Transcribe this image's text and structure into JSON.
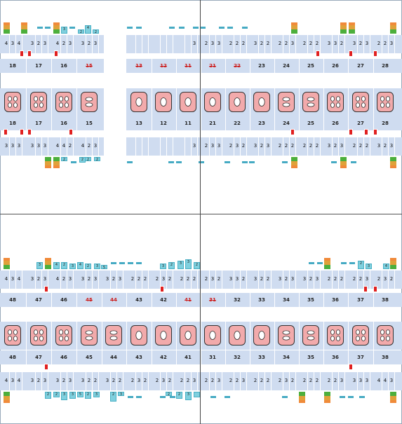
{
  "upper_arch": {
    "numbers_top": [
      "18",
      "17",
      "16",
      "15",
      "13",
      "12",
      "11",
      "21",
      "22",
      "23",
      "24",
      "25",
      "26",
      "27",
      "28"
    ],
    "numbers_bottom": [
      "18",
      "17",
      "16",
      "15",
      "13",
      "12",
      "11",
      "21",
      "22",
      "23",
      "24",
      "25",
      "26",
      "27",
      "28"
    ],
    "missing": [
      "15",
      "13",
      "12",
      "11",
      "21",
      "22"
    ],
    "probe_top": [
      "4",
      "3",
      "4",
      "3",
      "2",
      "3",
      "4",
      "2",
      "3",
      "3",
      "2",
      "3",
      "",
      "",
      "",
      "",
      "",
      "",
      "",
      "",
      "3",
      "2",
      "3",
      "3",
      "2",
      "2",
      "2",
      "3",
      "2",
      "2",
      "2",
      "2",
      "3",
      "2",
      "2",
      "2",
      "3",
      "3",
      "2",
      "3",
      "2",
      "3",
      "2",
      "2",
      "3",
      "2",
      "5",
      "3",
      "2",
      "3",
      "2",
      "3",
      "4",
      "4",
      "3",
      "2",
      "3",
      "4"
    ],
    "probe_bottom": [
      "3",
      "3",
      "3",
      "3",
      "3",
      "3",
      "4",
      "4",
      "2",
      "4",
      "2",
      "3",
      "",
      "",
      "",
      "",
      "",
      "",
      "",
      "",
      "3",
      "2",
      "3",
      "3",
      "2",
      "3",
      "2",
      "3",
      "2",
      "3",
      "2",
      "2",
      "2",
      "2",
      "2",
      "2",
      "3",
      "2",
      "3",
      "2",
      "2",
      "2",
      "3",
      "2",
      "3",
      "5",
      "3",
      "3",
      "2",
      "3",
      "3",
      "3",
      "2",
      "5",
      "4",
      "2",
      "3",
      "3",
      "3",
      "4"
    ],
    "bars_top_labels": [
      "3",
      "2",
      "4",
      "2",
      "2"
    ],
    "bars_bottom_labels": [
      "2",
      "2",
      "2",
      "2"
    ]
  },
  "lower_arch": {
    "numbers_top": [
      "48",
      "47",
      "46",
      "45",
      "44",
      "43",
      "42",
      "41",
      "31",
      "32",
      "33",
      "34",
      "35",
      "36",
      "37",
      "38"
    ],
    "numbers_bottom": [
      "48",
      "47",
      "46",
      "45",
      "44",
      "43",
      "42",
      "41",
      "31",
      "32",
      "33",
      "34",
      "35",
      "36",
      "37",
      "38"
    ],
    "missing": [
      "45",
      "44",
      "41",
      "31"
    ],
    "probe_top": [
      "4",
      "3",
      "4",
      "3",
      "2",
      "3",
      "4",
      "2",
      "3",
      "3",
      "2",
      "3",
      "3",
      "2",
      "3",
      "2",
      "2",
      "2",
      "2",
      "3",
      "2",
      "2",
      "2",
      "2",
      "2",
      "3",
      "2",
      "3",
      "3",
      "2",
      "3",
      "2",
      "2",
      "3",
      "2",
      "3",
      "3",
      "2",
      "3",
      "2",
      "2",
      "2",
      "2",
      "2",
      "3",
      "2",
      "3",
      "2",
      "3",
      "2",
      "3",
      "4",
      "4",
      "3",
      "3",
      "4",
      "2",
      "3",
      "3",
      "3",
      "3",
      "4"
    ],
    "probe_bottom": [
      "4",
      "3",
      "4",
      "3",
      "2",
      "3",
      "3",
      "2",
      "3",
      "3",
      "2",
      "2",
      "3",
      "2",
      "2",
      "2",
      "3",
      "2",
      "2",
      "3",
      "2",
      "2",
      "2",
      "3",
      "2",
      "2",
      "3",
      "2",
      "2",
      "3",
      "2",
      "2",
      "2",
      "2",
      "3",
      "2",
      "2",
      "2",
      "2",
      "2",
      "2",
      "3",
      "3",
      "3",
      "3",
      "4",
      "4",
      "3",
      "2",
      "5",
      "2",
      "3",
      "3",
      "2",
      "3",
      "2",
      "3",
      "3",
      "3",
      "4",
      "4",
      "3"
    ],
    "bars_top_labels": [
      "3",
      "2",
      "4",
      "2",
      "3",
      "4",
      "2",
      "3",
      "5",
      "3",
      "2",
      "3",
      "3",
      "2",
      "2",
      "3",
      "4",
      "2"
    ],
    "bars_bottom_labels": [
      "2",
      "2",
      "3",
      "3",
      "5",
      "2",
      "3",
      "2",
      "3",
      "2",
      "2",
      "3"
    ]
  },
  "colors": {
    "band": "#cfdcf0",
    "tooth": "#f2aaab",
    "bleeding": "#e02020",
    "bar": "#7fd0de",
    "grade_green": "#4caf3c",
    "grade_orange": "#f08a3a"
  }
}
